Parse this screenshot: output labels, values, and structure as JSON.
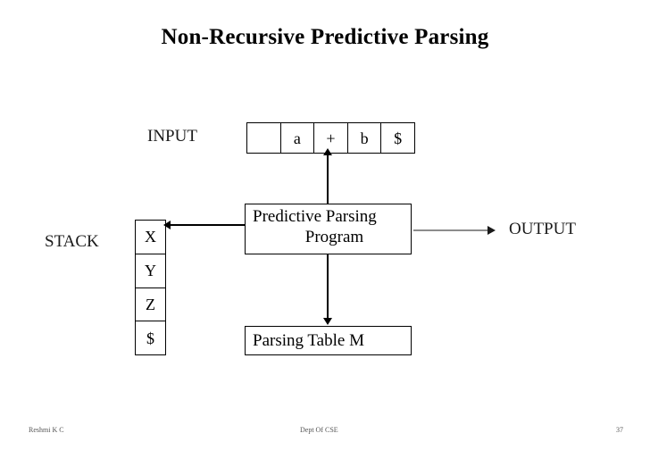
{
  "slide": {
    "title": "Non-Recursive Predictive Parsing"
  },
  "diagram": {
    "input_label": "INPUT",
    "stack_label": "STACK",
    "output_label": "OUTPUT",
    "input_cells": [
      "",
      "a",
      "+",
      "b",
      "$"
    ],
    "stack_cells": [
      "X",
      "Y",
      "Z",
      "$"
    ],
    "program_box": {
      "line1": "Predictive Parsing",
      "line2": "Program"
    },
    "table_box": {
      "label": "Parsing Table M"
    },
    "connectors": {
      "input_pointer_icon": "arrow-up-icon",
      "stack_arrow_icon": "arrow-left-icon",
      "table_arrow_icon": "arrow-down-icon",
      "output_arrow_icon": "arrow-right-icon"
    },
    "colors": {
      "line": "#000000",
      "output_arrow": "#8c8c8c",
      "text": "#000000",
      "background": "#ffffff"
    }
  },
  "footer": {
    "author": "Reshmi  K C",
    "center": "Dept Of CSE",
    "page_number": "37"
  }
}
